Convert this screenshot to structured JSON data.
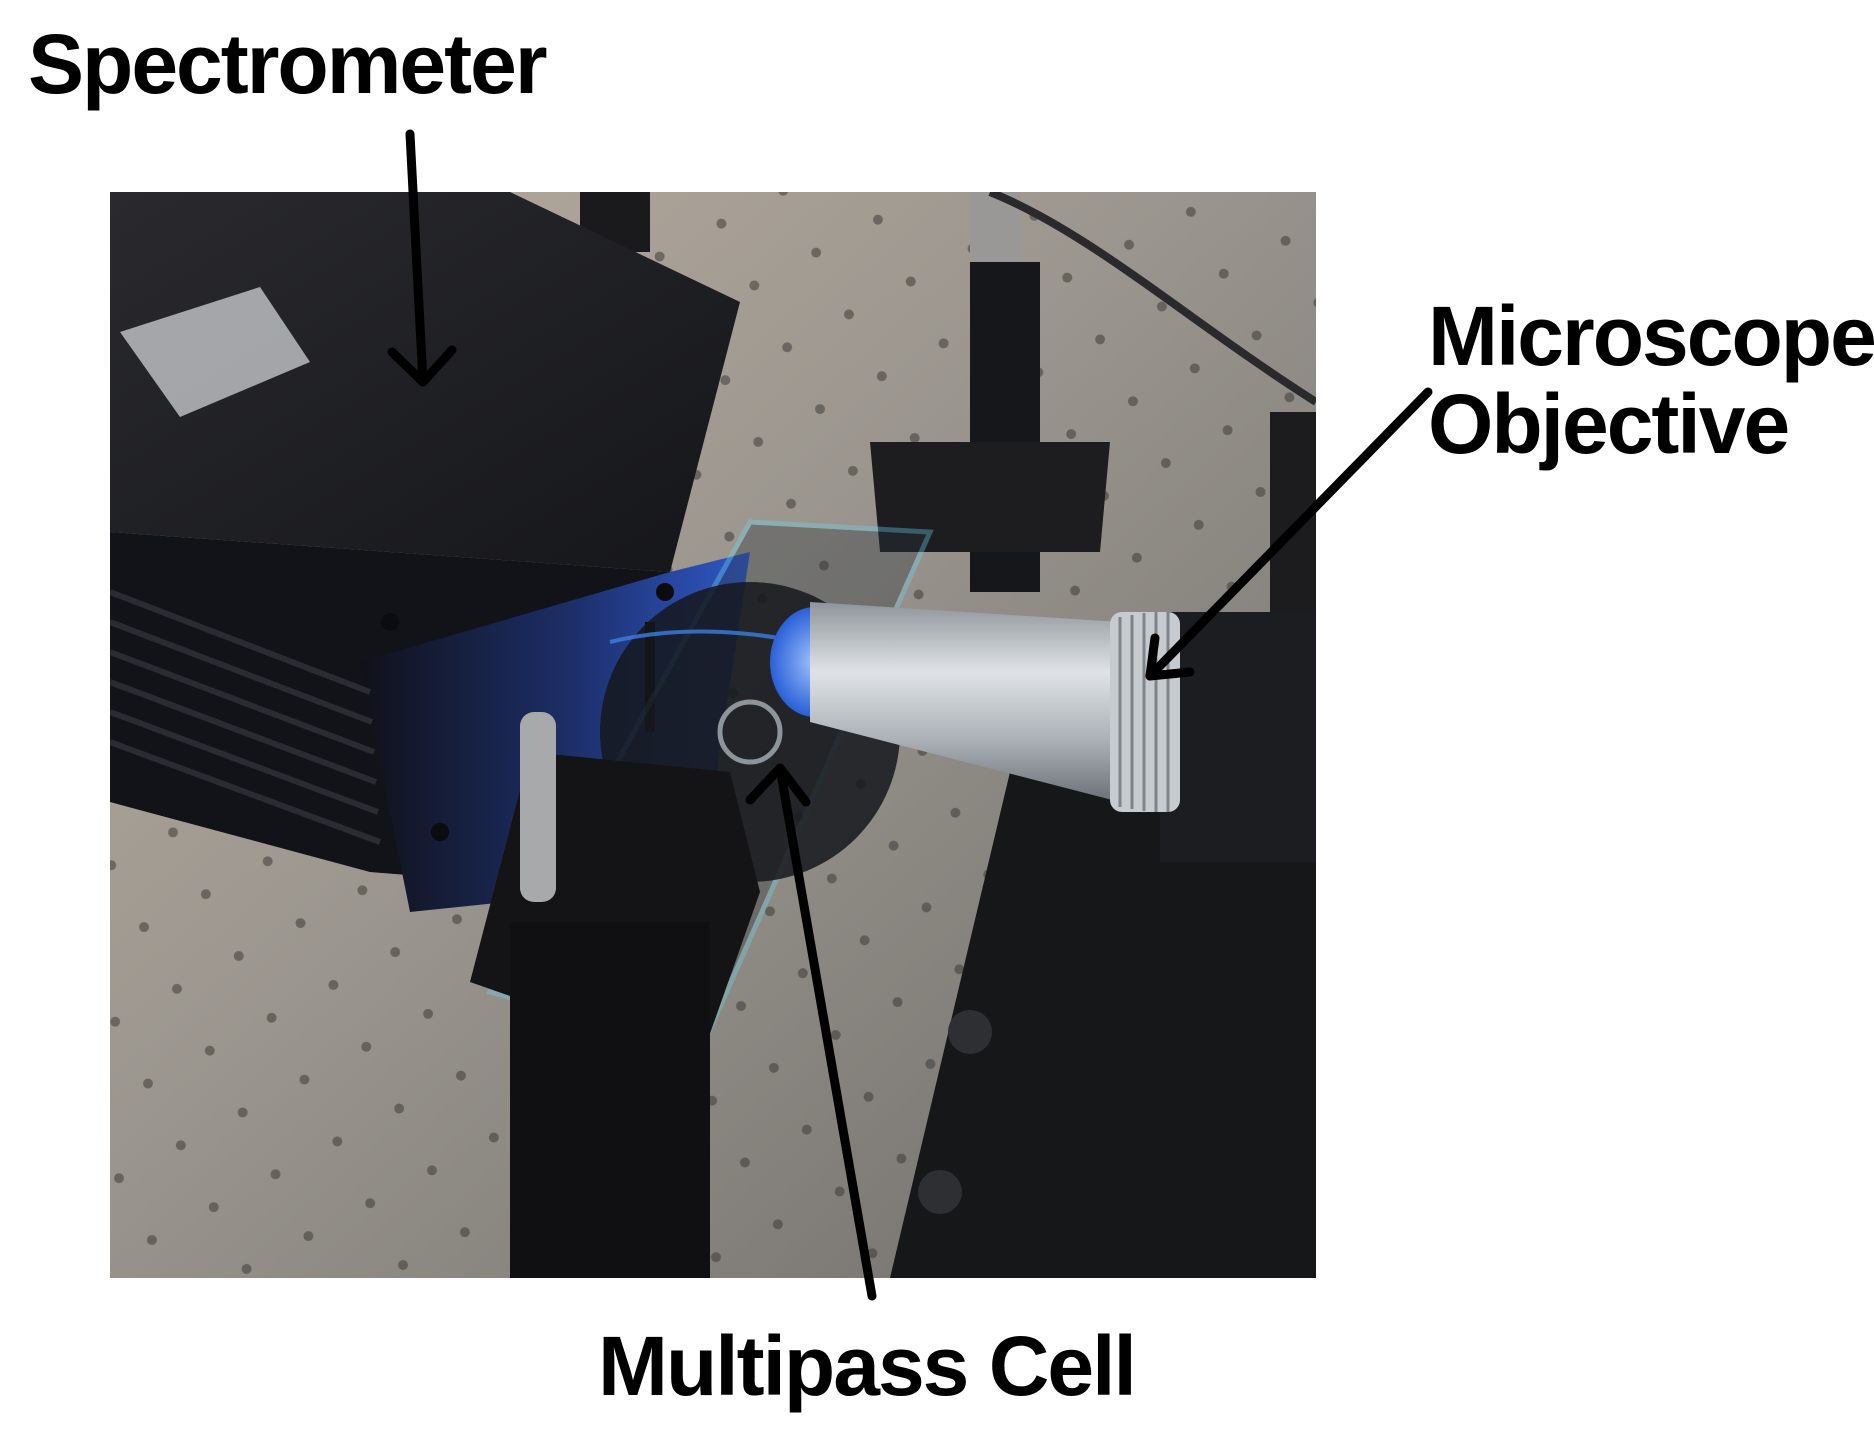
{
  "labels": {
    "spectrometer": "Spectrometer",
    "microscope_line1": "Microscope",
    "microscope_line2": "Objective",
    "multipass_cell": "Multipass Cell"
  },
  "colors": {
    "arrow": "#000000",
    "table": "#8f8b85",
    "housing": "#15161a",
    "glow": "#2a5fd6",
    "slide_edge": "#6fd8f0",
    "objective": "#b7bcc2"
  }
}
